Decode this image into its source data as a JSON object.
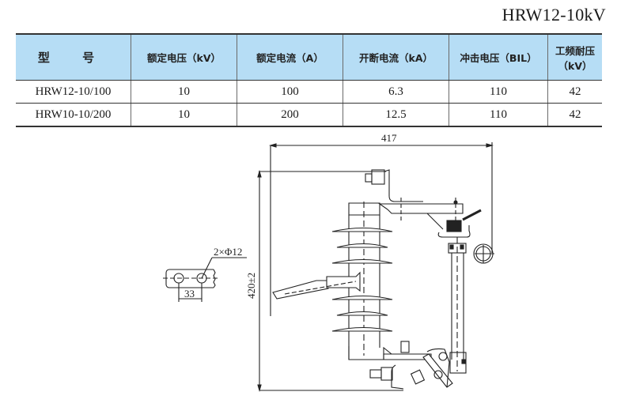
{
  "document": {
    "title": "HRW12-10kV"
  },
  "spec_table": {
    "headers": [
      "型 号",
      "额定电压（kV）",
      "额定电流（A）",
      "开断电流（kA）",
      "冲击电压（BIL）",
      "工频耐压（kV）"
    ],
    "rows": [
      [
        "HRW12-10/100",
        "10",
        "100",
        "6.3",
        "110",
        "42"
      ],
      [
        "HRW10-10/200",
        "10",
        "200",
        "12.5",
        "110",
        "42"
      ]
    ],
    "header_color": "#b6ddf5"
  },
  "drawing": {
    "width_dimension": "417",
    "height_dimension": "420±2",
    "hole_callout": "2×Φ12",
    "hole_spacing": "33"
  }
}
